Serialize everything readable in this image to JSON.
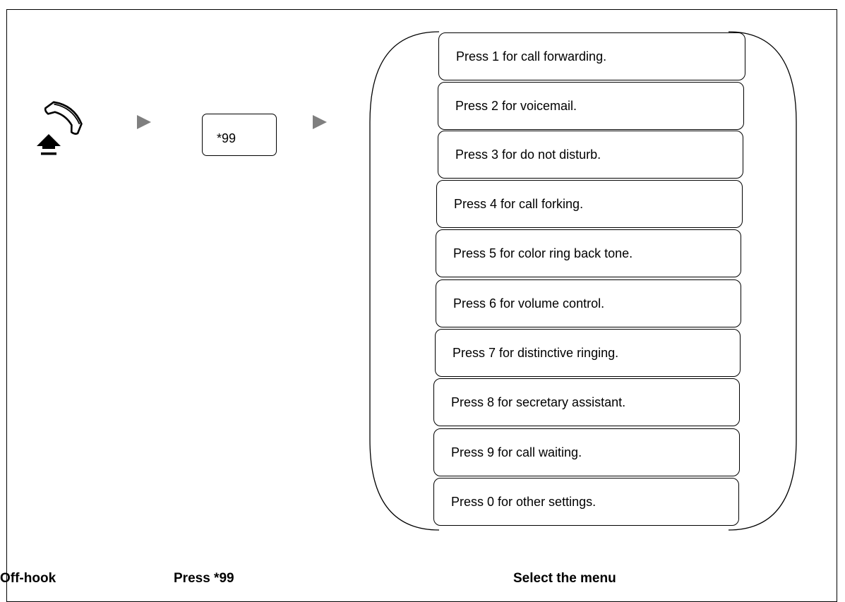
{
  "steps": {
    "code": "*99",
    "captions": {
      "off_hook": "Off-hook",
      "press_code": "Press *99",
      "select_menu": "Select the menu"
    }
  },
  "menu": {
    "items": [
      {
        "label": "Press 1 for call forwarding."
      },
      {
        "label": "Press 2 for voicemail."
      },
      {
        "label": "Press 3 for do not disturb."
      },
      {
        "label": "Press 4 for call forking."
      },
      {
        "label": "Press 5 for color ring back tone."
      },
      {
        "label": "Press 6 for volume control."
      },
      {
        "label": "Press 7 for distinctive ringing."
      },
      {
        "label": "Press 8 for secretary assistant."
      },
      {
        "label": "Press 9 for call waiting."
      },
      {
        "label": "Press 0 for other settings."
      }
    ]
  },
  "colors": {
    "arrow": "#7f7f7f",
    "line": "#000000"
  }
}
